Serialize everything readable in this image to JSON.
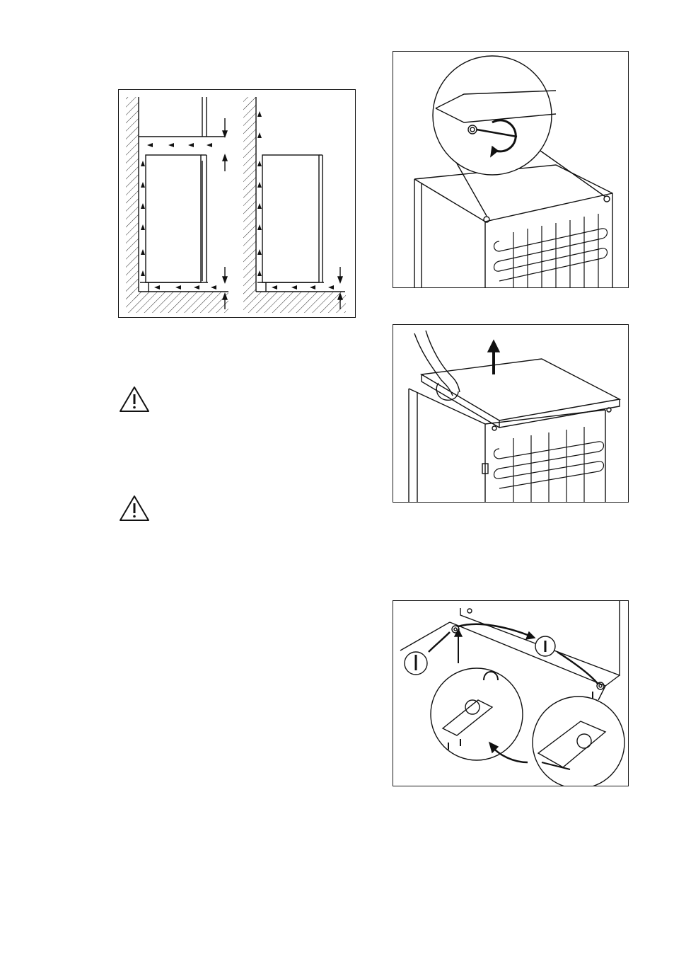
{
  "figures": {
    "ventilation": {
      "icon": "ventilation-clearance-diagram"
    },
    "cover_screws": {
      "icon": "remove-top-cover-screws-illustration"
    },
    "cover_lift": {
      "icon": "lift-top-cover-illustration"
    },
    "hinge_swap": {
      "icon": "door-hinge-reversal-illustration"
    }
  },
  "warnings": [
    {
      "icon": "warning-triangle-icon"
    },
    {
      "icon": "warning-triangle-icon"
    }
  ]
}
